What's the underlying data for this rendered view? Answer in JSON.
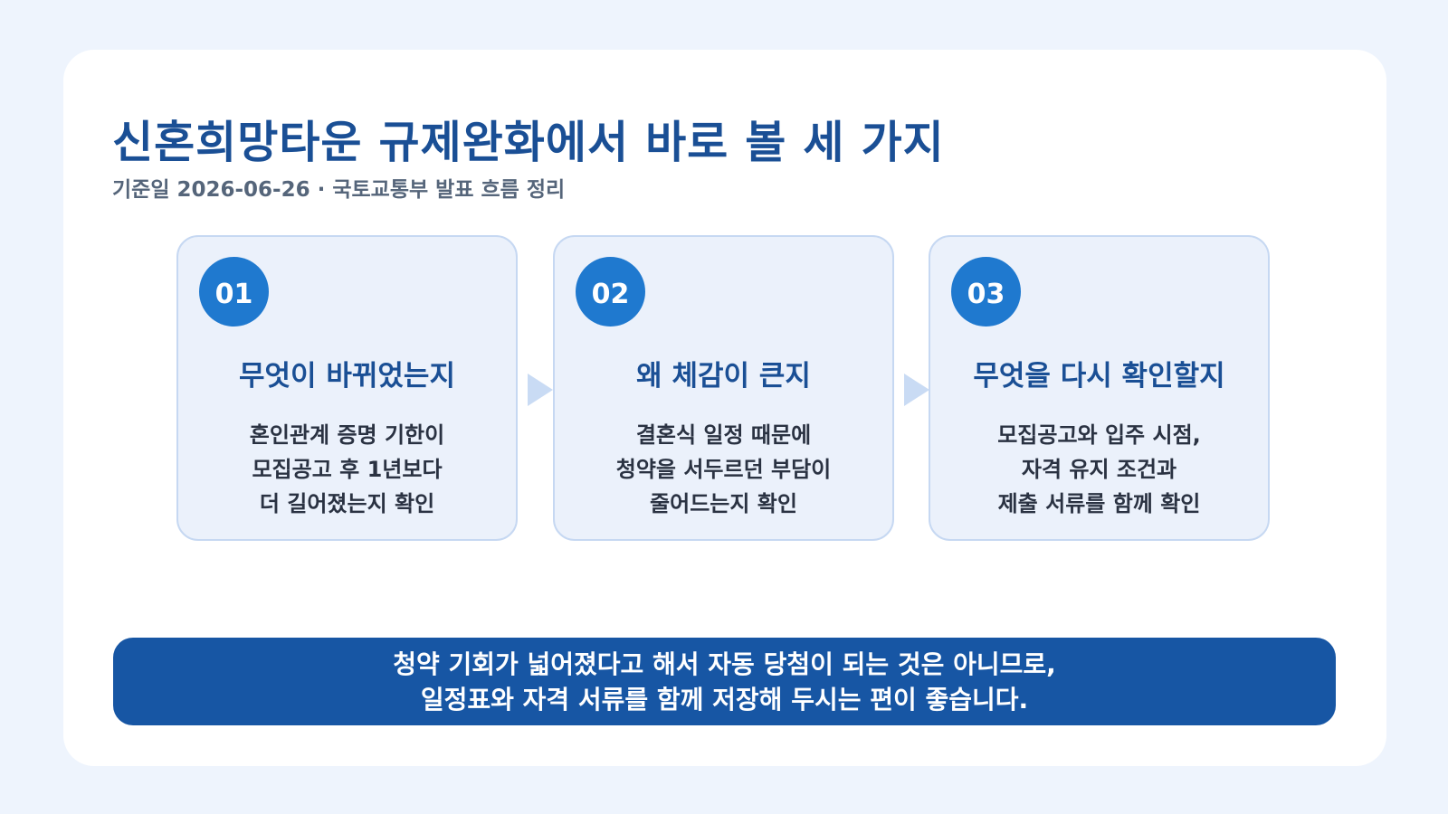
{
  "header": {
    "title": "신혼희망타운 규제완화에서 바로 볼 세 가지",
    "subtitle": "기준일 2026-06-26 · 국토교통부 발표 흐름 정리"
  },
  "steps": [
    {
      "number": "01",
      "title": "무엇이 바뀌었는지",
      "description": "혼인관계 증명 기한이\n모집공고 후 1년보다\n더 길어졌는지 확인"
    },
    {
      "number": "02",
      "title": "왜 체감이 큰지",
      "description": "결혼식 일정 때문에\n청약을 서두르던 부담이\n줄어드는지 확인"
    },
    {
      "number": "03",
      "title": "무엇을 다시 확인할지",
      "description": "모집공고와 입주 시점,\n자격 유지 조건과\n제출 서류를 함께 확인"
    }
  ],
  "notice": {
    "line1": "청약 기회가 넓어졌다고 해서 자동 당첨이 되는 것은 아니므로,",
    "line2": "일정표와 자격 서류를 함께 저장해 두시는 편이 좋습니다."
  },
  "colors": {
    "page_background": "#eef4fd",
    "title": "#1a4f95",
    "badge": "#1f79cf",
    "card_background": "#ebf1fb",
    "card_border": "#c6d8f2",
    "notice_background": "#1756a4"
  }
}
